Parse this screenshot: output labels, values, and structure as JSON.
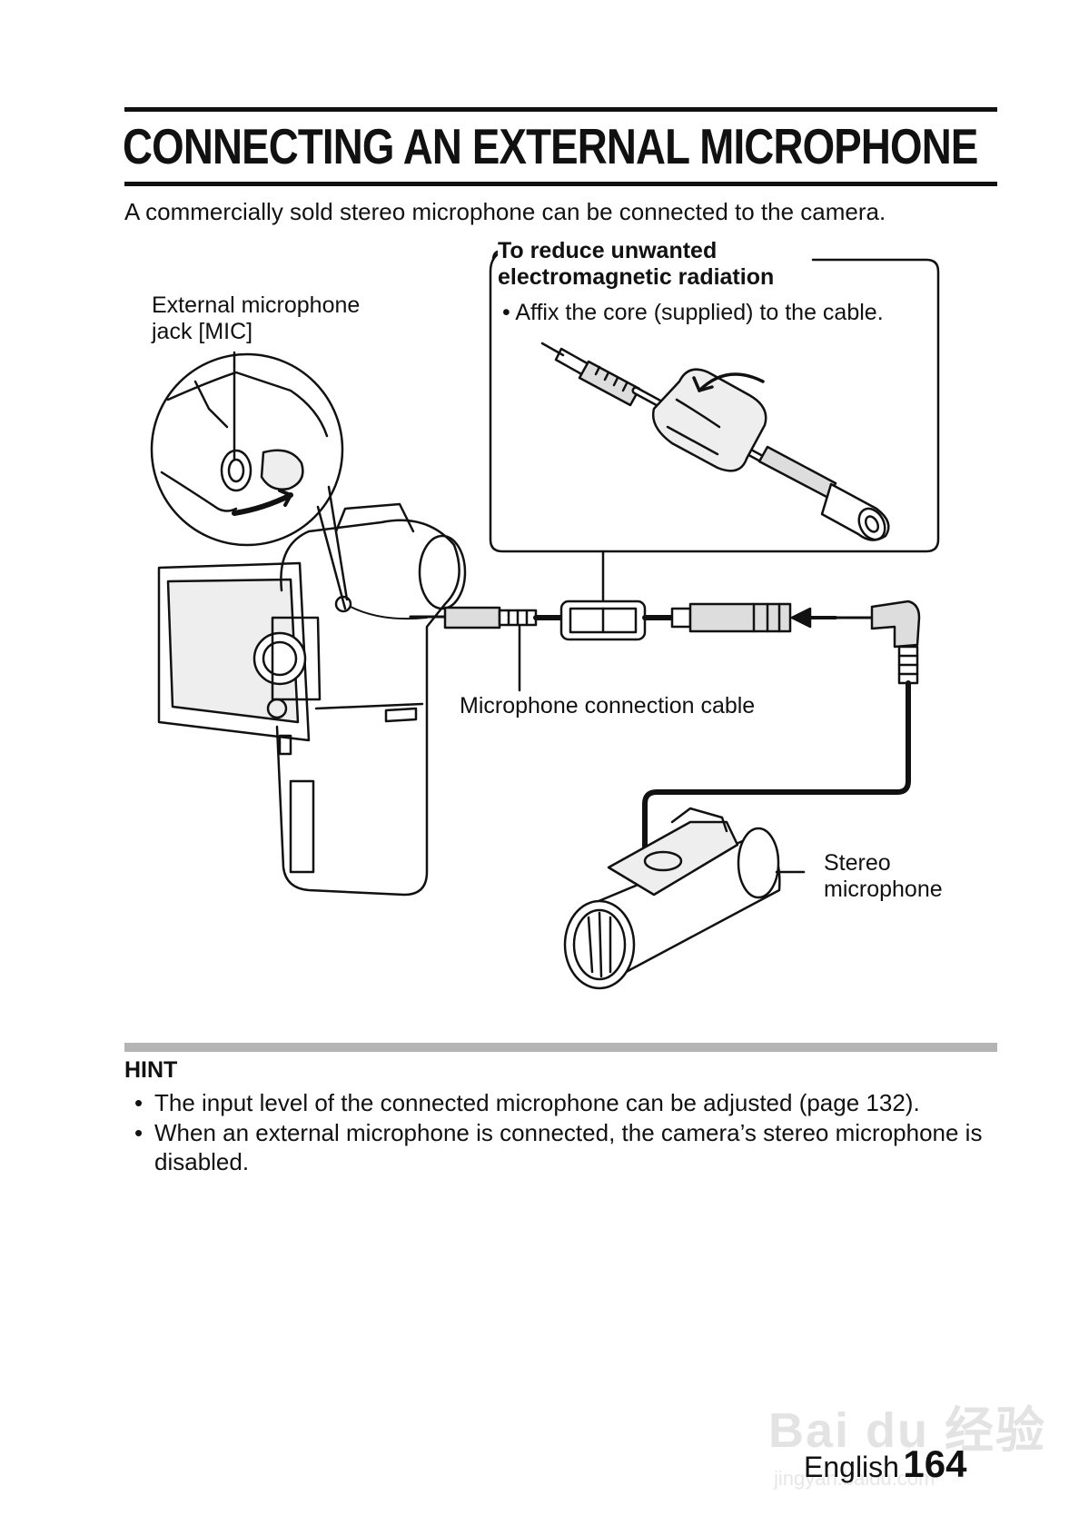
{
  "page": {
    "title": "CONNECTING AN EXTERNAL MICROPHONE",
    "intro": "A commercially sold stereo microphone can be connected to the camera."
  },
  "diagram": {
    "label_jack_line1": "External microphone",
    "label_jack_line2": "jack [MIC]",
    "box_title_line1": "To reduce unwanted",
    "box_title_line2": "electromagnetic radiation",
    "box_bullet": "• Affix the core (supplied) to the cable.",
    "label_cable": "Microphone connection cable",
    "label_mic_line1": "Stereo",
    "label_mic_line2": "microphone"
  },
  "hint": {
    "heading": "HINT",
    "items": [
      "The input level of the connected microphone can be adjusted (page 132).",
      "When an external microphone is connected, the camera’s stereo microphone is disabled."
    ]
  },
  "footer": {
    "language": "English",
    "page_number": "164"
  },
  "watermark": {
    "text": "Bai du 经验",
    "url": "jingyan.baidu.com"
  }
}
